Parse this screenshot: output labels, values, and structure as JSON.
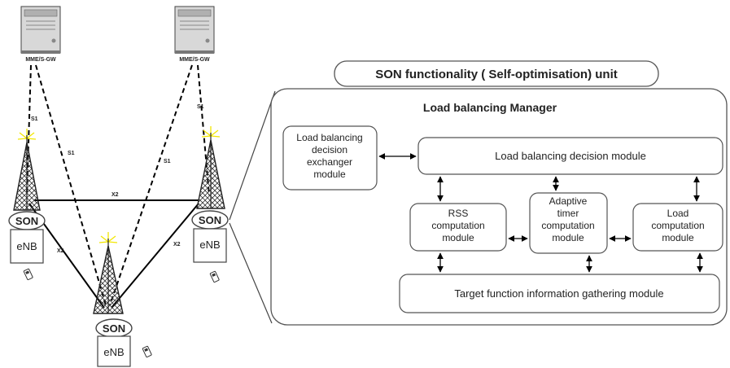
{
  "servers": {
    "left_label": "MME/S-GW",
    "right_label": "MME/S-GW"
  },
  "links": {
    "s1_labels": [
      "S1",
      "S1",
      "S1",
      "S1"
    ],
    "x2_labels": [
      "X2",
      "X2",
      "X2"
    ]
  },
  "nodes": {
    "son_label": "SON",
    "enb_label": "eNB"
  },
  "son_unit": {
    "title": "SON functionality ( Self-optimisation) unit",
    "manager_title": "Load balancing Manager",
    "exchanger_lines": [
      "Load balancing",
      "decision",
      "exchanger",
      "module"
    ],
    "decision_module": "Load balancing decision module",
    "rss_lines": [
      "RSS",
      "computation",
      "module"
    ],
    "timer_lines": [
      "Adaptive",
      "timer",
      "computation",
      "module"
    ],
    "load_lines": [
      "Load",
      "computation",
      "module"
    ],
    "target_module": "Target function information gathering module"
  },
  "colors": {
    "line": "#000000",
    "box_stroke": "#555555",
    "antenna_glow": "#f2e600",
    "server_body": "#d8d8d8"
  }
}
